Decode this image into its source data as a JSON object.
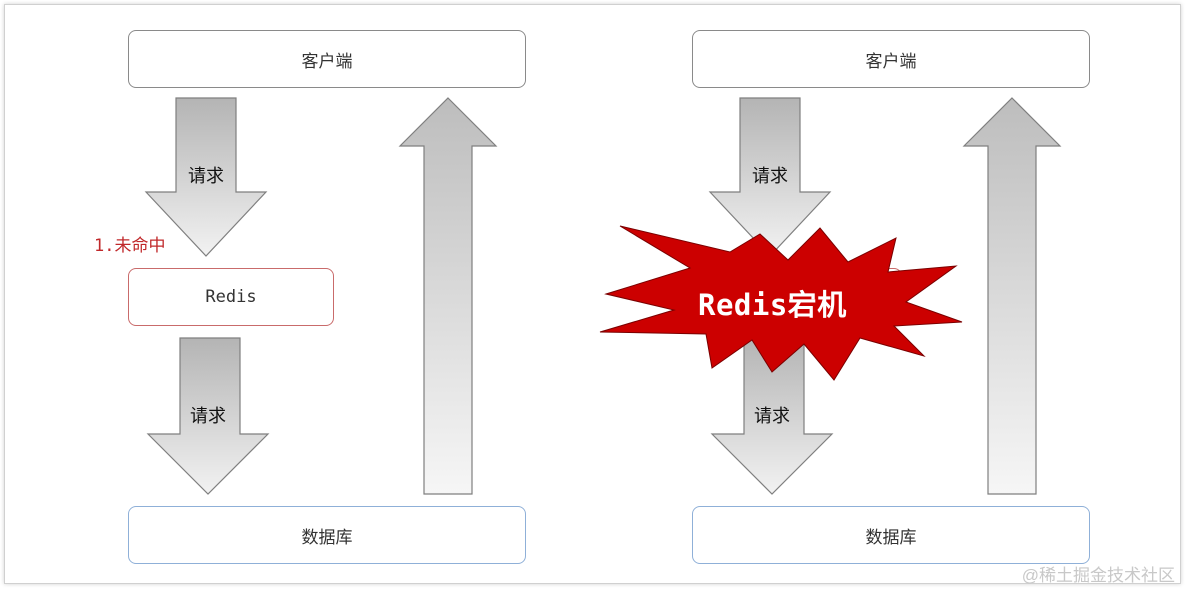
{
  "left": {
    "client_label": "客户端",
    "request_top_label": "请求",
    "miss_label": "1.未命中",
    "redis_label": "Redis",
    "request_bottom_label": "请求",
    "db_label": "数据库"
  },
  "right": {
    "client_label": "客户端",
    "request_top_label": "请求",
    "burst_label": "Redis宕机",
    "request_bottom_label": "请求",
    "db_label": "数据库"
  },
  "watermark": "@稀土掘金技术社区",
  "colors": {
    "burst": "#cc0000",
    "miss_text": "#c0282a",
    "redis_border": "#c96b6b",
    "db_border": "#8fb0d8"
  }
}
